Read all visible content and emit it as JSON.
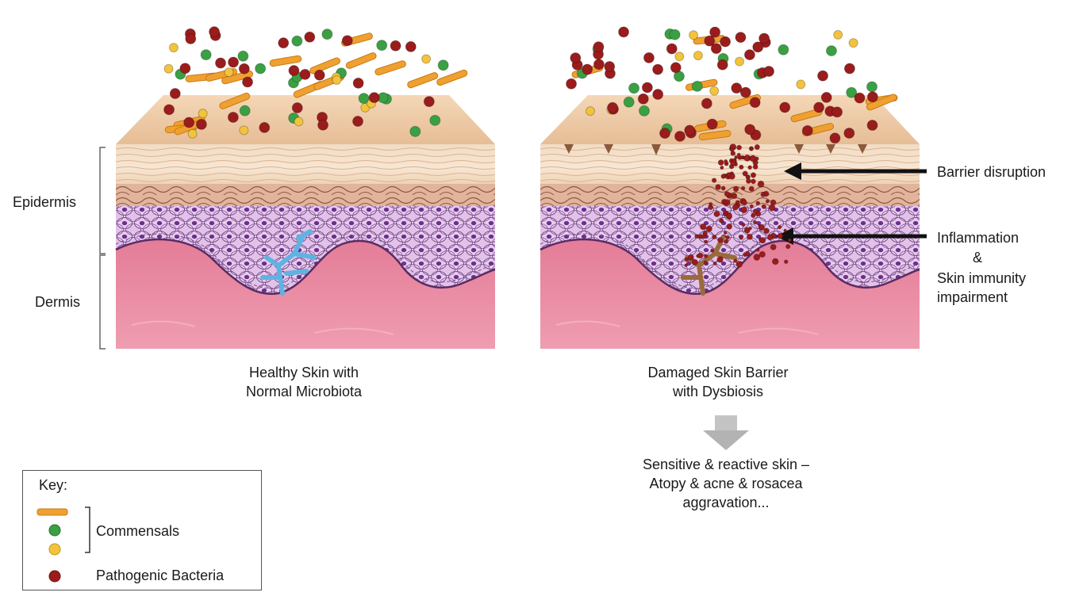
{
  "layers": {
    "epidermis": "Epidermis",
    "dermis": "Dermis"
  },
  "panels": {
    "healthy": {
      "caption_line1": "Healthy Skin with",
      "caption_line2": "Normal Microbiota"
    },
    "damaged": {
      "caption_line1": "Damaged Skin Barrier",
      "caption_line2": "with Dysbiosis"
    }
  },
  "annotations": {
    "barrier": "Barrier disruption",
    "inflammation_line1": "Inflammation",
    "inflammation_line2": "&",
    "inflammation_line3": "Skin immunity",
    "inflammation_line4": "impairment"
  },
  "outcome": {
    "line1": "Sensitive & reactive skin –",
    "line2": "Atopy & acne & rosacea",
    "line3": "aggravation..."
  },
  "key": {
    "title": "Key:",
    "commensals": "Commensals",
    "pathogenic": "Pathogenic Bacteria"
  },
  "colors": {
    "rod": "#f0a030",
    "green": "#3aa043",
    "yellow": "#f3c33c",
    "red": "#9b1c1c",
    "dermis": "#e8849e",
    "cell_fill": "#d9b5e3",
    "nucleus": "#6b2f8f",
    "langerhans": "#5fb3e3"
  }
}
